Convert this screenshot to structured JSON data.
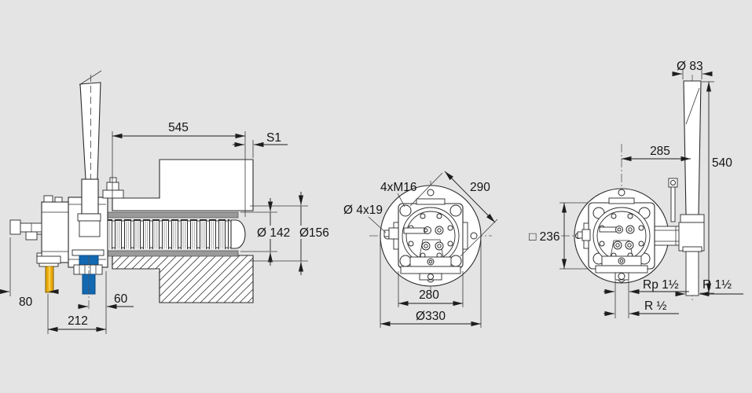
{
  "drawing": {
    "background": "#e4e4e4",
    "line_color": "#2b2b2b",
    "accent_yellow": "#e9a90c",
    "accent_blue": "#1269b2",
    "views": {
      "side_section": {
        "dims": {
          "length": "545",
          "wall_thickness": "S1",
          "bore": "Ø 142",
          "sleeve": "Ø156",
          "spout_offset": "80",
          "outlet_offset": "60",
          "total_width": "212"
        }
      },
      "front": {
        "dims": {
          "tapped_holes": "4xM16",
          "hole_pitch_diagonal": "290",
          "through_holes": "Ø 4x19",
          "plate_width": "280",
          "flange_od": "Ø330"
        }
      },
      "rear": {
        "dims": {
          "lever_top": "Ø 83",
          "lever_offset": "285",
          "lever_height": "540",
          "plate_square": "□ 236",
          "thread_female": "Rp 1½",
          "thread_male": "R 1½",
          "drain_thread": "R ½"
        }
      }
    }
  }
}
